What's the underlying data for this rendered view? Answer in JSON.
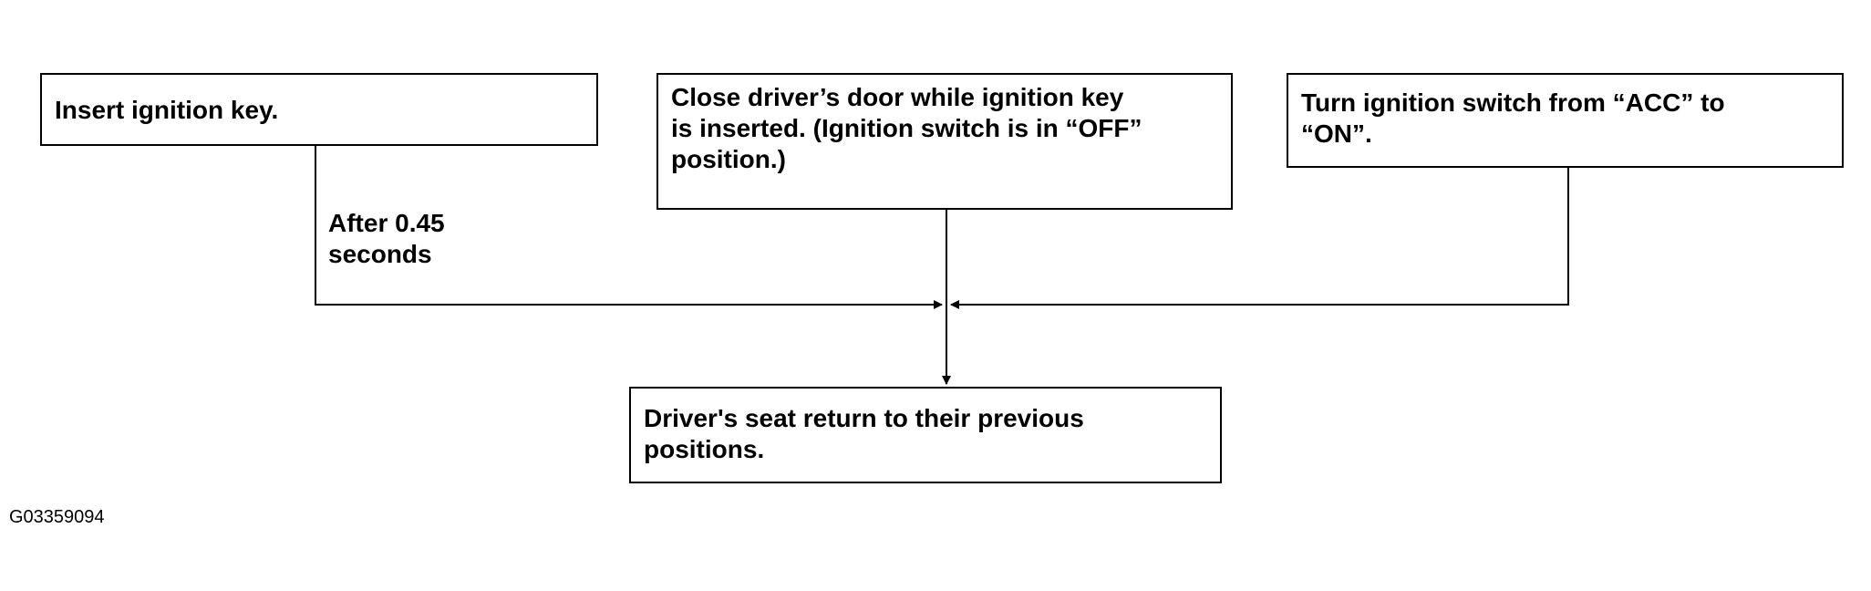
{
  "diagram": {
    "boxes": {
      "insert_key": "Insert ignition key.",
      "close_door": "Close driver’s door while ignition key\nis inserted. (Ignition switch is in “OFF”\nposition.)",
      "turn_switch": "Turn ignition switch from “ACC” to\n“ON”.",
      "seat_return": "Driver's seat return to their previous\npositions."
    },
    "delay_label": "After 0.45\nseconds",
    "figure_id": "G03359094",
    "line_color": "#000000"
  }
}
